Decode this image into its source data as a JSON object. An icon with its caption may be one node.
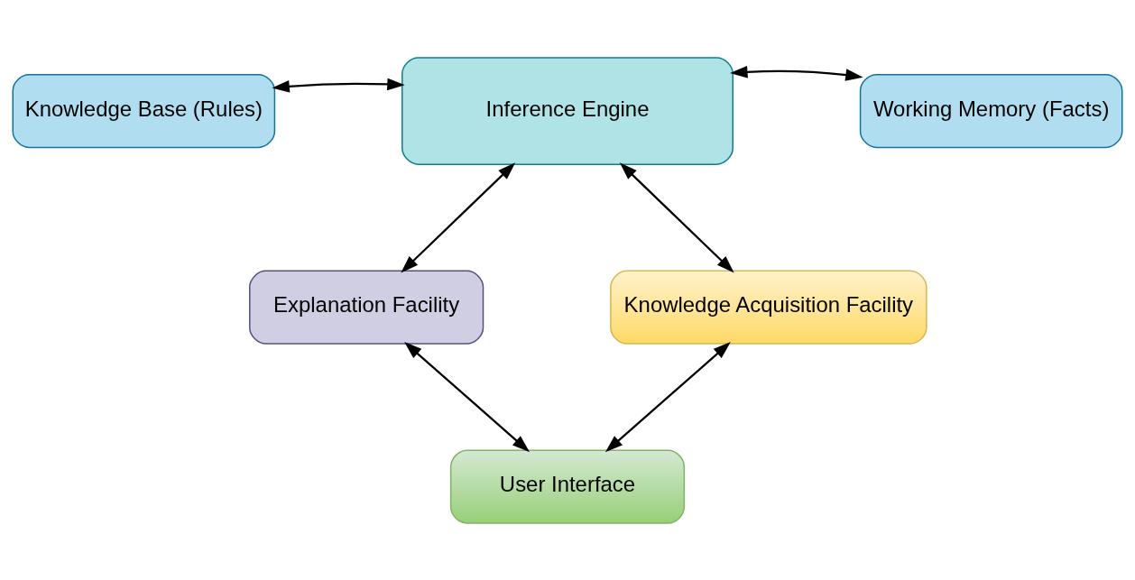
{
  "diagram": {
    "nodes": [
      {
        "text": [
          "Knowledge Base (Rules)"
        ]
      },
      {
        "text": [
          "Inference Engine"
        ]
      },
      {
        "text": [
          "Working Memory (Facts)"
        ]
      },
      {
        "text": [
          "Explanation Facility"
        ]
      },
      {
        "text": [
          "Knowledge Acquisition Facility"
        ]
      },
      {
        "text": [
          "User Interface"
        ]
      }
    ],
    "edges": [
      {
        "from": 0,
        "to": 1,
        "arrow": "both"
      },
      {
        "from": 1,
        "to": 2,
        "arrow": "both"
      },
      {
        "from": 1,
        "to": 3,
        "arrow": "both"
      },
      {
        "from": 1,
        "to": 4,
        "arrow": "both"
      },
      {
        "from": 3,
        "to": 5,
        "arrow": "both"
      },
      {
        "from": 4,
        "to": 5,
        "arrow": "both"
      }
    ]
  }
}
